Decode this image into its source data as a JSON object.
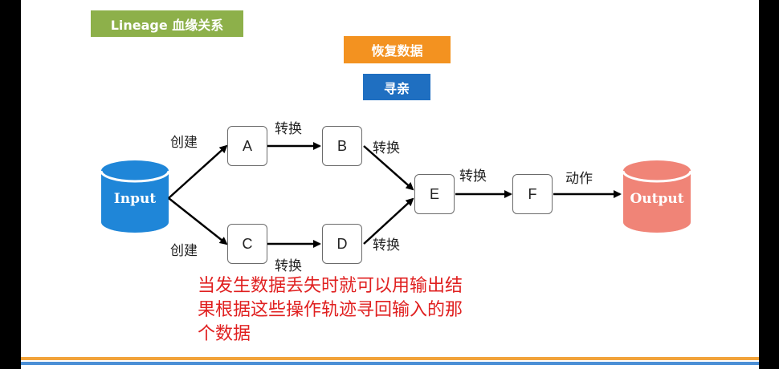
{
  "title": "Lineage 血缘关系",
  "tag_restore": "恢复数据",
  "tag_find": "寻亲",
  "nodes": {
    "input": "Input",
    "a": "A",
    "b": "B",
    "c": "C",
    "d": "D",
    "e": "E",
    "f": "F",
    "output": "Output"
  },
  "edge_labels": {
    "create_top": "创建",
    "create_bottom": "创建",
    "transform_ab": "转换",
    "transform_be": "转换",
    "transform_cd": "转换",
    "transform_de": "转换",
    "transform_ef": "转换",
    "action_f_out": "动作"
  },
  "note_lines": [
    "当发生数据丢失时就可以用输出结",
    "果根据这些操作轨迹寻回输入的那",
    "个数据"
  ],
  "colors": {
    "title_bg": "#8db04a",
    "restore_bg": "#f39220",
    "find_bg": "#1f6fc1",
    "input_cylinder": "#1f86d8",
    "output_cylinder": "#f08477",
    "note_text": "#e02020",
    "bar_orange": "#f2a33a",
    "bar_blue": "#4b8fd6"
  }
}
